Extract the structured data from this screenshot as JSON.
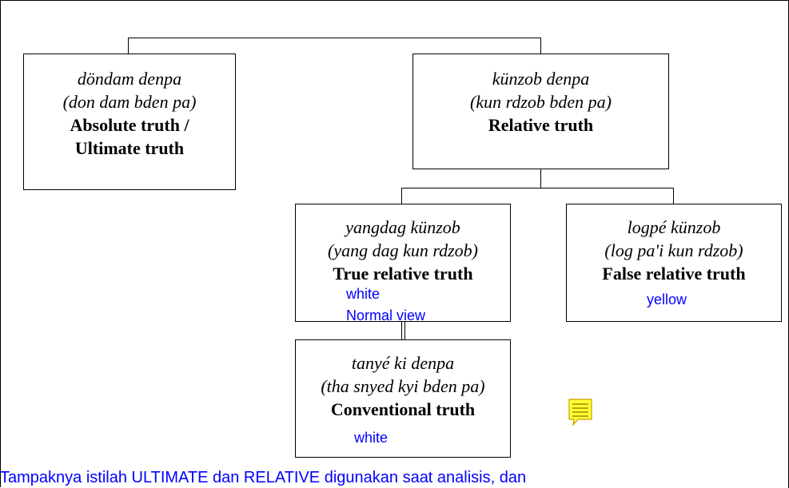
{
  "diagram": {
    "absolute": {
      "tibetan": "döndam denpa",
      "wylie": "(don dam bden pa)",
      "english_1": "Absolute truth /",
      "english_2": "Ultimate truth"
    },
    "relative": {
      "tibetan": "künzob denpa",
      "wylie": "(kun rdzob bden pa)",
      "english": "Relative truth"
    },
    "true_relative": {
      "tibetan": "yangdag künzob",
      "wylie": "(yang dag kun rdzob)",
      "english": "True relative truth",
      "note_1": "white",
      "note_2": "Normal view"
    },
    "false_relative": {
      "tibetan": "logpé künzob",
      "wylie": "(log pa'i kun rdzob)",
      "english": "False relative truth",
      "note": "yellow"
    },
    "conventional": {
      "tibetan": "tanyé ki denpa",
      "wylie": "(tha snyed kyi bden pa)",
      "english": "Conventional truth",
      "note": "white"
    }
  },
  "annotation": {
    "bottom_text": "Tampaknya istilah ULTIMATE dan RELATIVE digunakan saat analisis, dan",
    "icon": "comment-icon",
    "icon_color": "#ffff33",
    "text_color": "#0000ff"
  }
}
